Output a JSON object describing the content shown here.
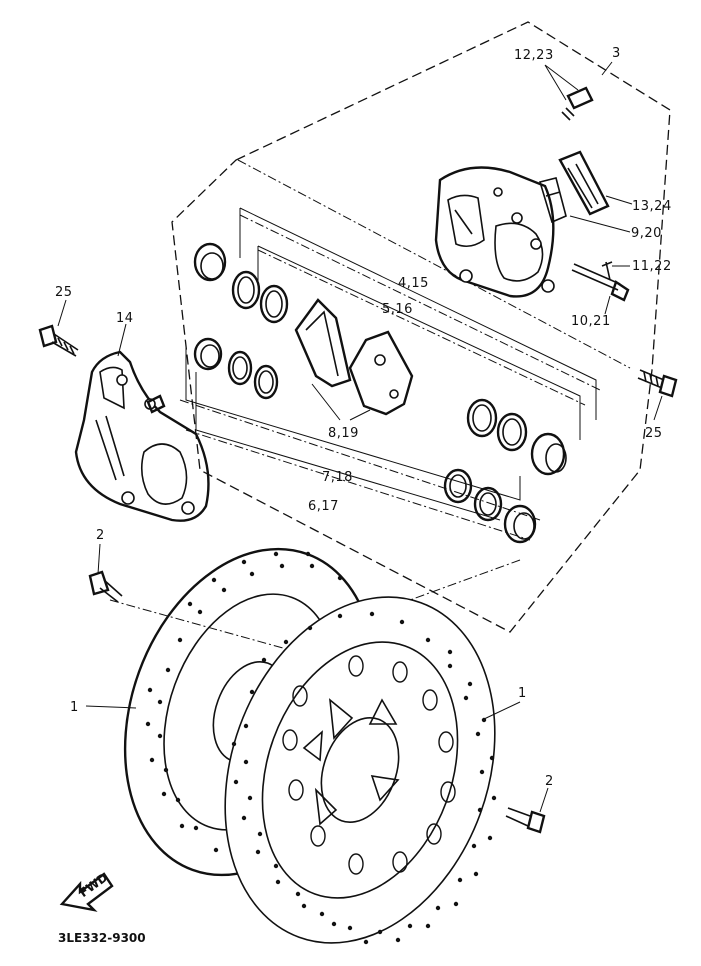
{
  "callouts": {
    "c_12_23": "12,23",
    "c_3": "3",
    "c_13_24": "13,24",
    "c_9_20": "9,20",
    "c_11_22": "11,22",
    "c_4_15": "4,15",
    "c_5_16": "5,16",
    "c_10_21": "10,21",
    "c_25_left": "25",
    "c_14": "14",
    "c_25_right": "25",
    "c_8_19": "8,19",
    "c_7_18": "7,18",
    "c_6_17": "6,17",
    "c_2_left": "2",
    "c_1_left": "1",
    "c_1_right": "1",
    "c_2_right": "2"
  },
  "arrow_label": "FWD",
  "diagram_code": "3LE332-9300"
}
